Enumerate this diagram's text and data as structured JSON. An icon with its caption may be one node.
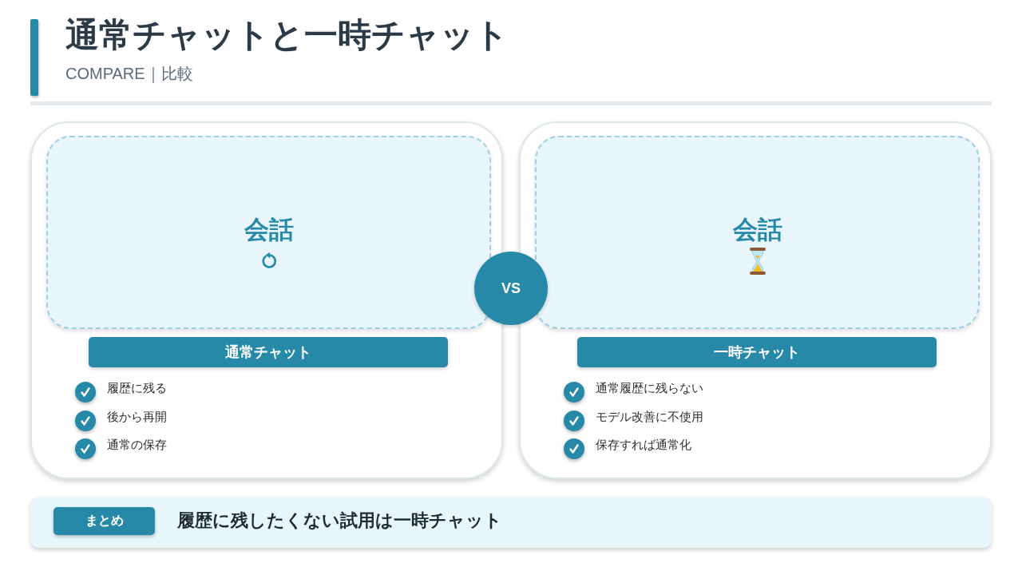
{
  "diagram": {
    "title": "通常チャットと一時チャット",
    "nodes": [
      {
        "text": [
          "履歴に残る",
          "後から再開",
          "通常の保存"
        ]
      },
      {
        "text": [
          "会話"
        ],
        "in": 0
      },
      {
        "text": [
          "通常チャット"
        ],
        "in": 0
      },
      {
        "text": [
          "通常履歴に残らない",
          "モデル改善に不使用",
          "保存すれば通常化"
        ]
      },
      {
        "text": [
          "会話"
        ],
        "in": 3
      },
      {
        "text": [
          "一時チャット"
        ],
        "in": 3
      },
      {
        "text": [
          "VS"
        ]
      },
      {
        "text": [
          "履歴に残したくない試用は一時チャット"
        ]
      },
      {
        "text": [
          "まとめ"
        ],
        "in": 7
      }
    ],
    "labels": [
      "COMPARE｜比較"
    ]
  }
}
